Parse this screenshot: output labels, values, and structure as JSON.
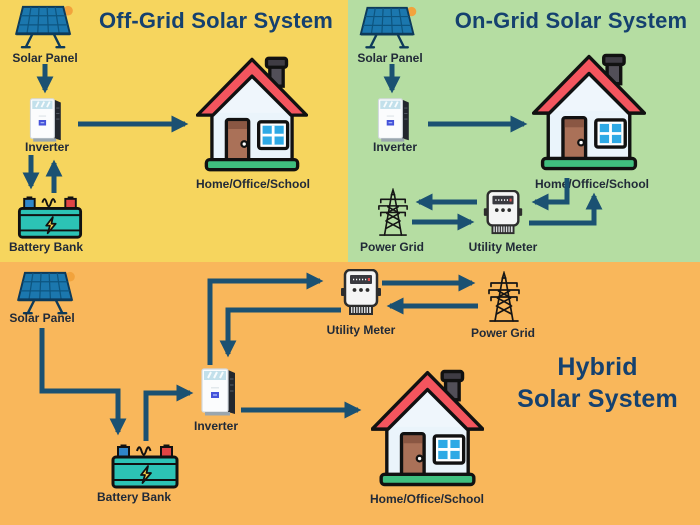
{
  "colors": {
    "off_grid_background": "#f6d55e",
    "on_grid_background": "#b5dda2",
    "hybrid_background": "#f9b75b",
    "title_text": "#15416f",
    "label_text": "#212a38",
    "arrow": "#1b5172",
    "house_roof": "#f4555e",
    "battery_body": "#2cc3b5",
    "solar_panel_blue": "#1b77ae"
  },
  "icons": {
    "solar_panel": "solar-panel-icon",
    "inverter": "inverter-icon",
    "battery_bank": "battery-bank-icon",
    "house": "house-icon",
    "utility_meter": "utility-meter-icon",
    "power_grid": "power-grid-tower-icon"
  },
  "sections": {
    "off_grid": {
      "title": "Off-Grid Solar System",
      "labels": {
        "solar_panel": "Solar Panel",
        "inverter": "Inverter",
        "battery_bank": "Battery Bank",
        "home": "Home/Office/School"
      },
      "connections": [
        "Solar Panel → Inverter",
        "Inverter → Home/Office/School",
        "Inverter → Battery Bank",
        "Battery Bank → Inverter"
      ]
    },
    "on_grid": {
      "title": "On-Grid Solar System",
      "labels": {
        "solar_panel": "Solar Panel",
        "inverter": "Inverter",
        "home": "Home/Office/School",
        "power_grid": "Power Grid",
        "utility_meter": "Utility Meter"
      },
      "connections": [
        "Solar Panel → Inverter",
        "Inverter → Home/Office/School",
        "Home/Office/School → Utility Meter",
        "Utility Meter → Home/Office/School",
        "Utility Meter → Power Grid",
        "Power Grid → Utility Meter"
      ]
    },
    "hybrid": {
      "title_line1": "Hybrid",
      "title_line2": "Solar System",
      "labels": {
        "solar_panel": "Solar Panel",
        "battery_bank": "Battery Bank",
        "inverter": "Inverter",
        "utility_meter": "Utility Meter",
        "power_grid": "Power Grid",
        "home": "Home/Office/School"
      },
      "connections": [
        "Solar Panel → Battery Bank",
        "Battery Bank → Inverter",
        "Inverter → Utility Meter",
        "Utility Meter → Inverter",
        "Utility Meter → Power Grid",
        "Power Grid → Utility Meter",
        "Inverter → Home/Office/School"
      ]
    }
  }
}
